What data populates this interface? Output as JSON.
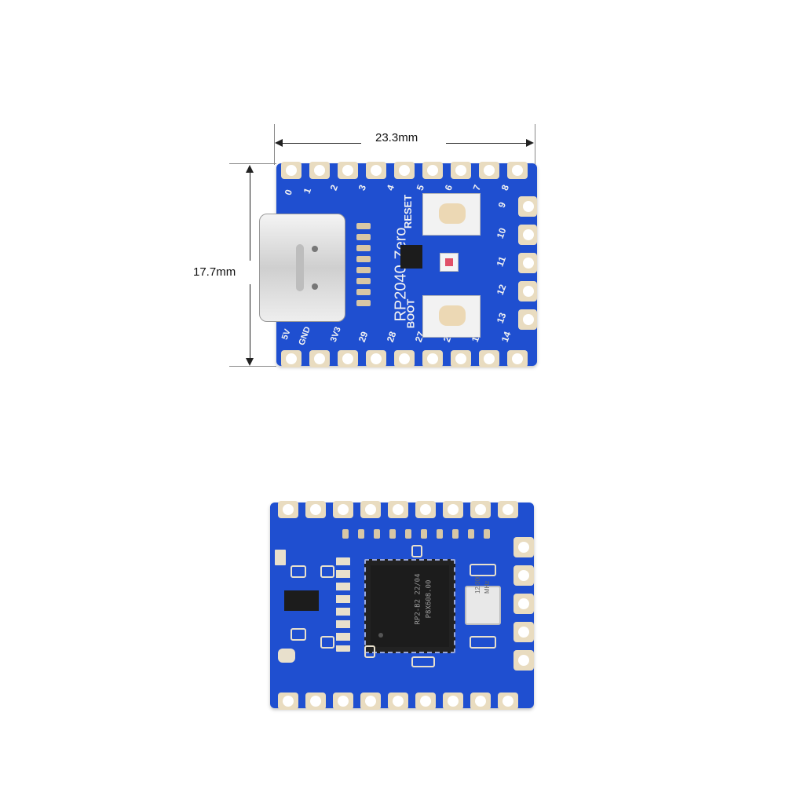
{
  "dimensions": {
    "width_label": "23.3mm",
    "height_label": "17.7mm"
  },
  "board_front": {
    "name": "RP2040-Zero",
    "buttons": [
      "RESET",
      "BOOT"
    ],
    "top_pins": [
      "0",
      "1",
      "2",
      "3",
      "4",
      "5",
      "6",
      "7",
      "8"
    ],
    "right_pins": [
      "9",
      "10",
      "11",
      "12",
      "13"
    ],
    "bottom_pins": [
      "5V",
      "GND",
      "3V3",
      "29",
      "28",
      "27",
      "26",
      "15",
      "14"
    ]
  },
  "board_back": {
    "chip_text": [
      "RP2-B2  22/04",
      "P8X608.00"
    ],
    "crystal_text": [
      "12.000",
      "MHz"
    ]
  },
  "colors": {
    "pcb": "#1f4fd0",
    "pad": "#e9dcc0"
  }
}
